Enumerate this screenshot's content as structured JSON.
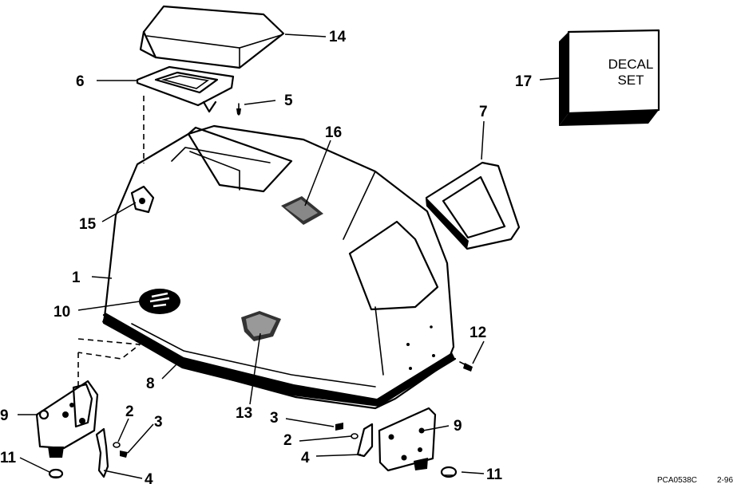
{
  "callouts": {
    "c1": "1",
    "c2a": "2",
    "c2b": "2",
    "c3a": "3",
    "c3b": "3",
    "c4a": "4",
    "c4b": "4",
    "c5": "5",
    "c6": "6",
    "c7": "7",
    "c8": "8",
    "c9a": "9",
    "c9b": "9",
    "c10": "10",
    "c11a": "11",
    "c11b": "11",
    "c12": "12",
    "c13": "13",
    "c14": "14",
    "c15": "15",
    "c16": "16",
    "c17": "17"
  },
  "decal": {
    "line1": "DECAL",
    "line2": "SET"
  },
  "footer": {
    "code": "PCA0538C",
    "date": "2-96"
  },
  "colors": {
    "ink": "#000000",
    "paper": "#ffffff"
  }
}
